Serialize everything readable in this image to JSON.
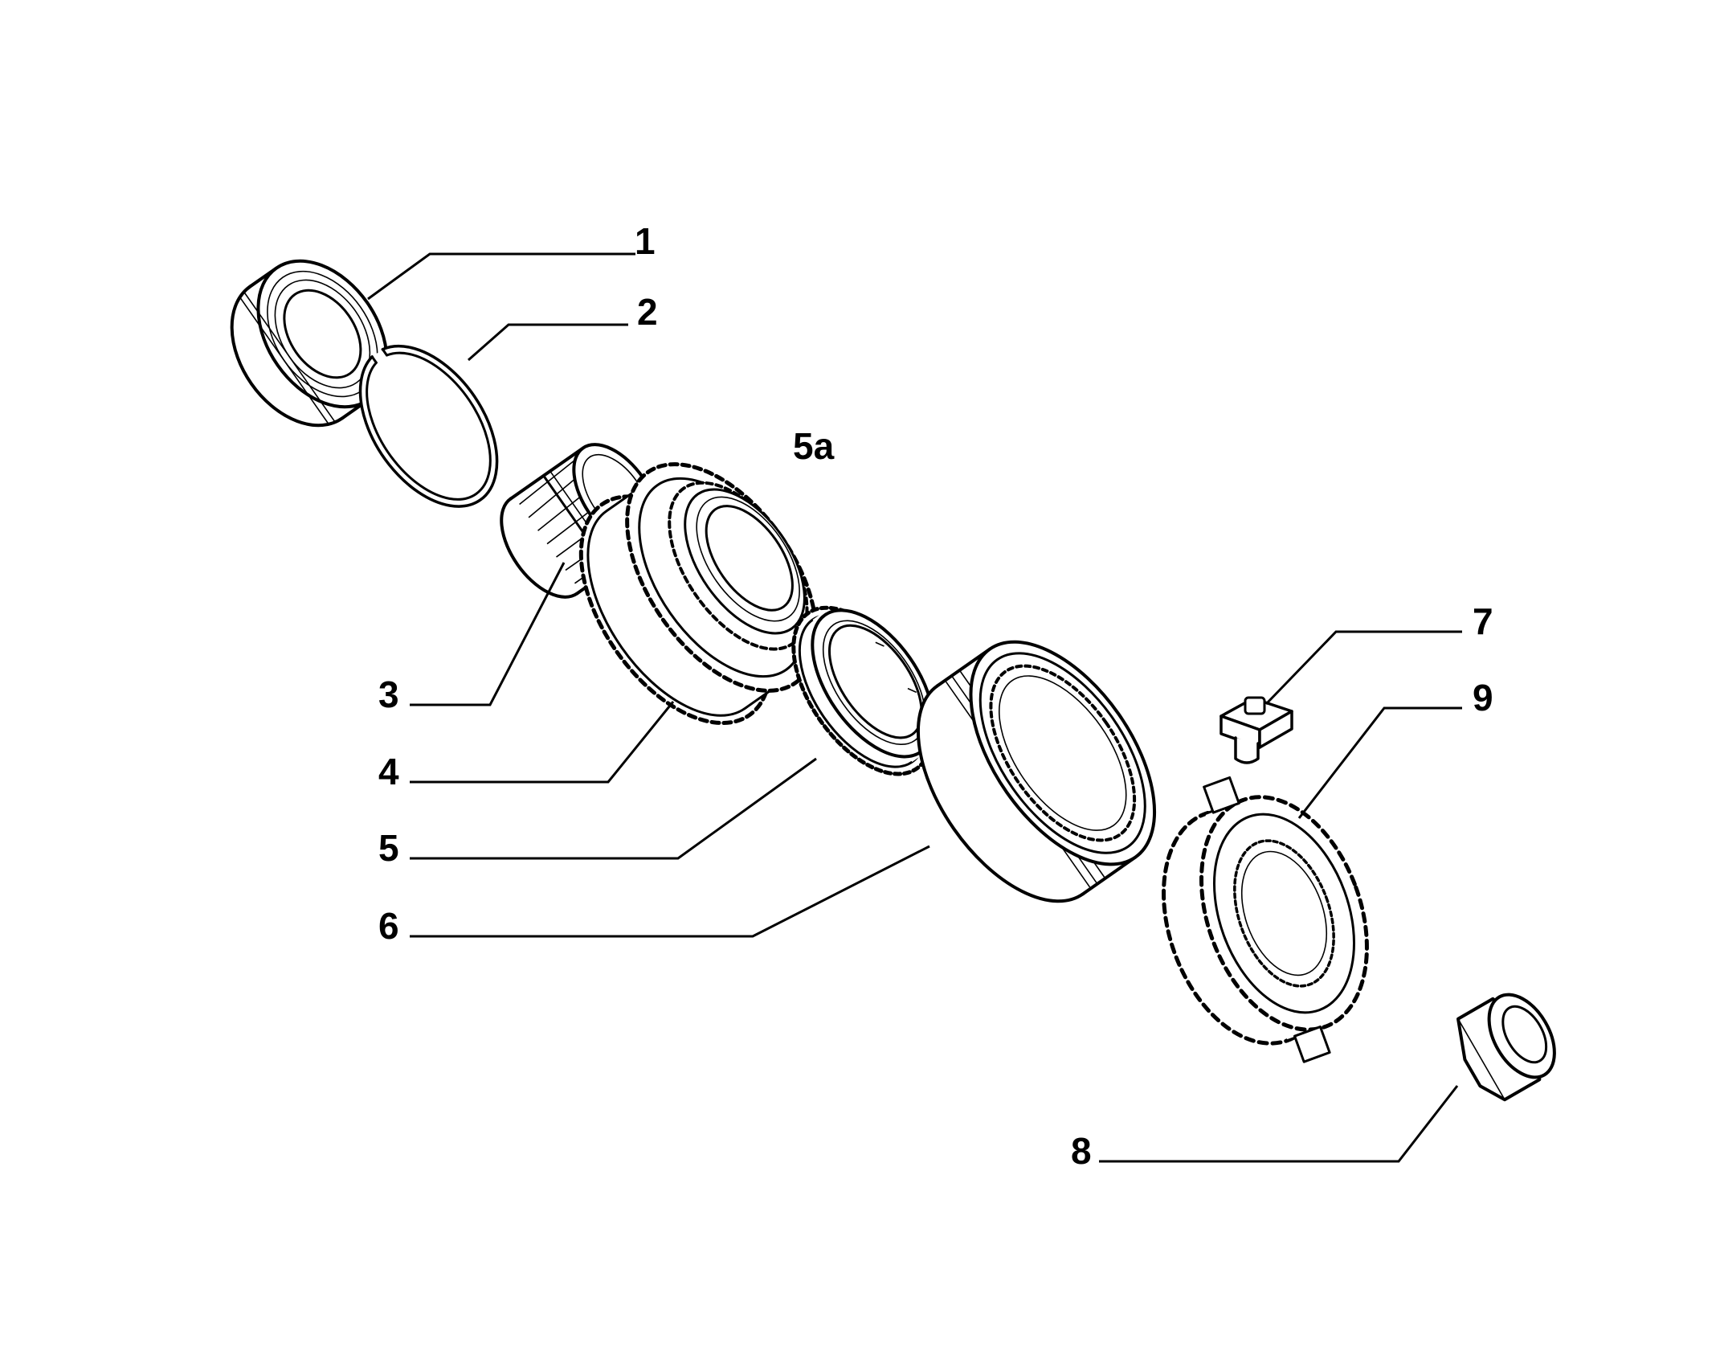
{
  "callouts": {
    "c1": "1",
    "c2": "2",
    "c3": "3",
    "c4": "4",
    "c5": "5",
    "c5a": "5a",
    "c6": "6",
    "c7": "7",
    "c8": "8",
    "c9": "9"
  },
  "colors": {
    "line": "#000000",
    "background": "#ffffff"
  }
}
